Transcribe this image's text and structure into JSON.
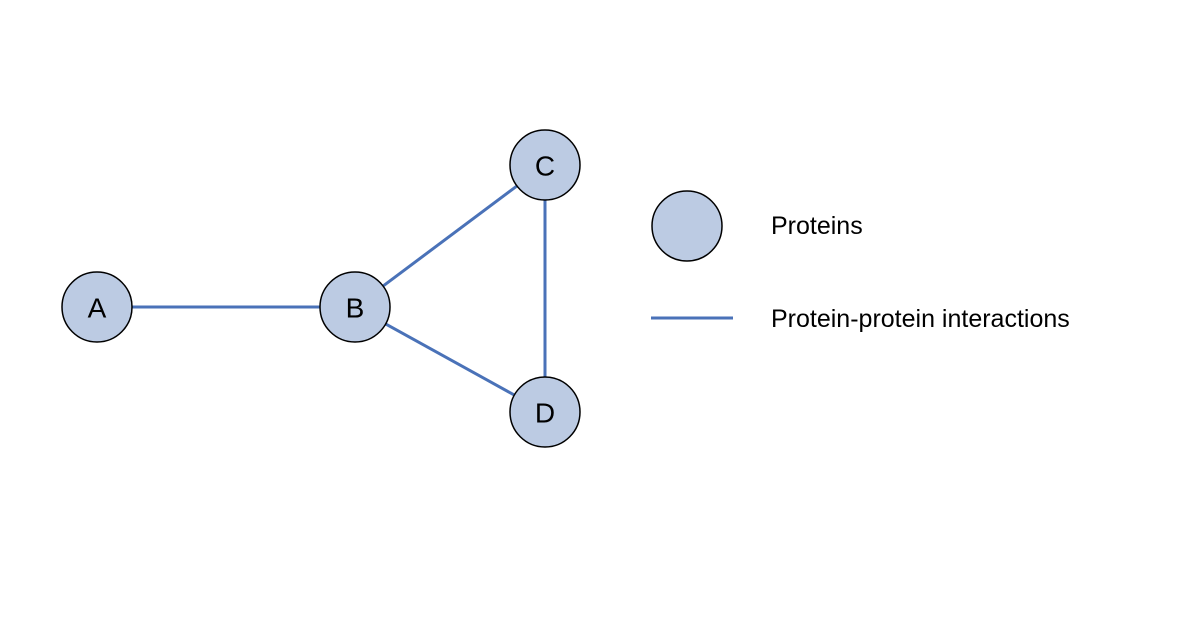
{
  "diagram": {
    "colors": {
      "node_fill": "#bccbe3",
      "node_stroke": "#000000",
      "edge": "#4a72b8"
    },
    "nodes": [
      {
        "id": "A",
        "label": "A"
      },
      {
        "id": "B",
        "label": "B"
      },
      {
        "id": "C",
        "label": "C"
      },
      {
        "id": "D",
        "label": "D"
      }
    ],
    "edges": [
      {
        "from": "A",
        "to": "B"
      },
      {
        "from": "B",
        "to": "C"
      },
      {
        "from": "B",
        "to": "D"
      },
      {
        "from": "C",
        "to": "D"
      }
    ],
    "legend": {
      "node_label": "Proteins",
      "edge_label": "Protein-protein interactions"
    }
  }
}
